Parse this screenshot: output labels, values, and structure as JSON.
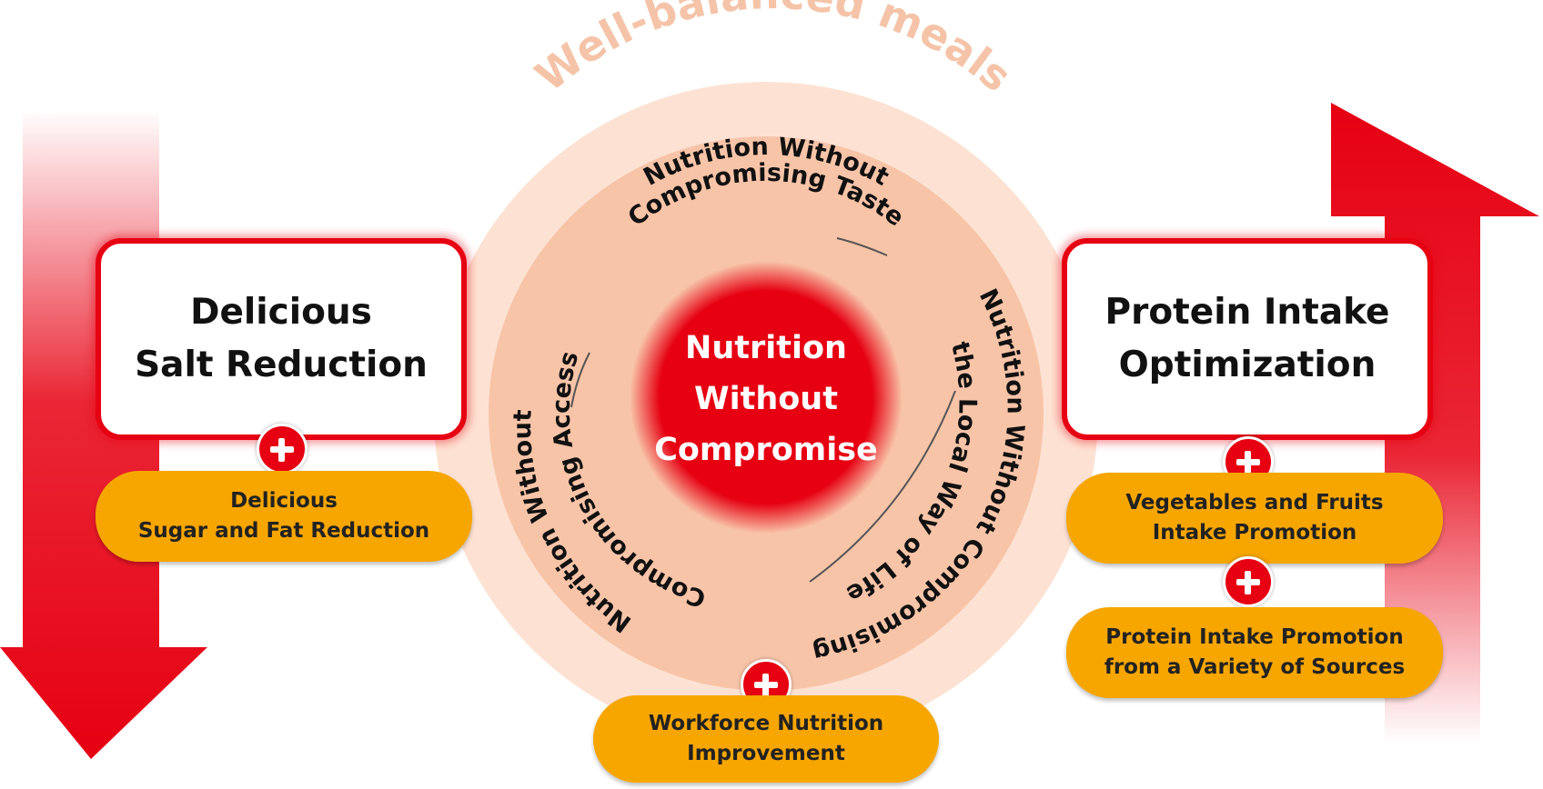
{
  "diagram": {
    "arc_title": "Well-balanced meals",
    "center": "Nutrition\nWithout\nCompromise",
    "ring": {
      "taste_line1": "Nutrition  Without",
      "taste_line2": "Compromising  Taste",
      "local_line1": "Nutrition Without Compromising",
      "local_line2": "the Local Way of Life",
      "access_line1": "Nutrition Without",
      "access_line2": "Compromising  Access"
    },
    "left_box": "Delicious\nSalt Reduction",
    "left_pill": "Delicious\nSugar and Fat Reduction",
    "right_box": "Protein Intake\nOptimization",
    "right_pill_1": "Vegetables  and Fruits\nIntake Promotion",
    "right_pill_2": "Protein Intake Promotion\nfrom a Variety of Sources",
    "bottom_pill": "Workforce Nutrition\nImprovement",
    "colors": {
      "red": "#e60012",
      "outer_circle": "#fde2d3",
      "inner_ring": "#f8c4a8",
      "arc_title": "#f5c4a8",
      "pill": "#f7a600"
    }
  }
}
